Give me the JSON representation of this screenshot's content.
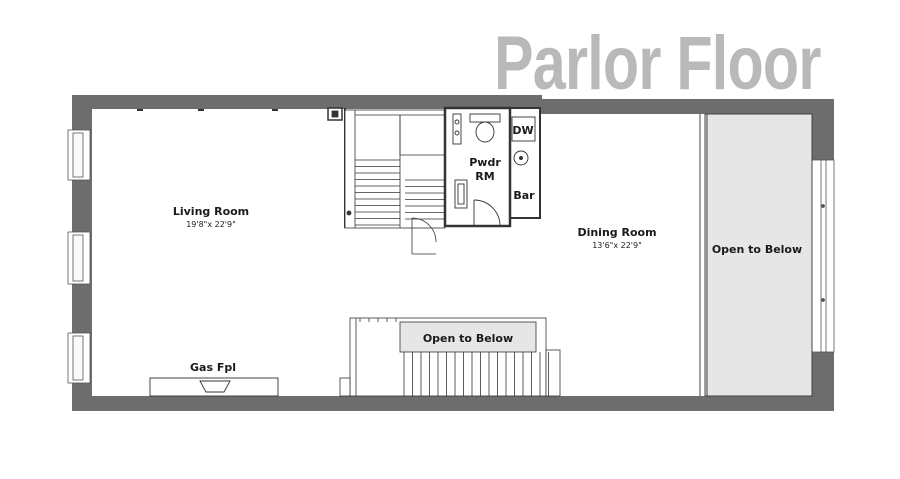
{
  "title": "Parlor Floor",
  "rooms": {
    "living": {
      "name": "Living Room",
      "dims": "19'8\"x 22'9\""
    },
    "dining": {
      "name": "Dining Room",
      "dims": "13'6\"x 22'9\""
    },
    "powder": {
      "line1": "Pwdr",
      "line2": "RM"
    },
    "bar": {
      "name": "Bar"
    },
    "dishwasher": {
      "name": "DW"
    },
    "fireplace": {
      "name": "Gas Fpl"
    }
  },
  "open_to_below": {
    "rear": "Open to Below",
    "stair": "Open to Below"
  },
  "colors": {
    "wall": "#6d6d6d",
    "title": "#b9b9b9",
    "void": "#e6e6e6",
    "line": "#333333"
  }
}
